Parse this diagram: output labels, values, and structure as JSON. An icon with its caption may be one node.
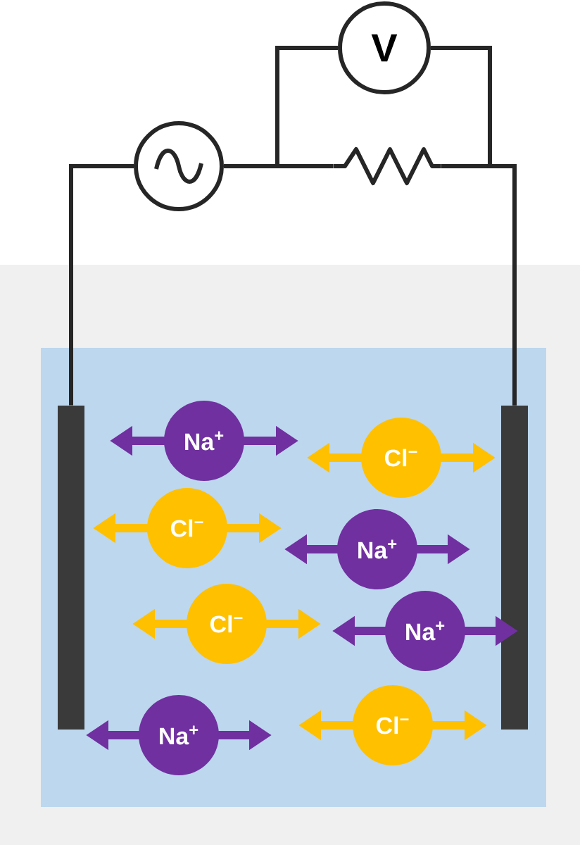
{
  "diagram": {
    "nodes": [
      {
        "text": [
          "V"
        ]
      },
      {
        "text": [],
        "shape": "circle"
      },
      {
        "text": [],
        "shape": "resistor"
      },
      {
        "text": [],
        "shape": "box"
      },
      {
        "text": [],
        "shape": "bar",
        "in": 3
      },
      {
        "text": [],
        "shape": "bar",
        "in": 3
      },
      {
        "text": [
          "Na$^{+}$"
        ],
        "in": 3
      },
      {
        "text": [
          "Cl$^{−}$"
        ],
        "in": 3
      },
      {
        "text": [
          "Cl$^{−}$"
        ],
        "in": 3
      },
      {
        "text": [
          "Na$^{+}$"
        ],
        "in": 3
      },
      {
        "text": [
          "Cl$^{−}$"
        ],
        "in": 3
      },
      {
        "text": [
          "Na$^{+}$"
        ],
        "in": 3
      },
      {
        "text": [
          "Na$^{+}$"
        ],
        "in": 3
      },
      {
        "text": [
          "Cl$^{−}$"
        ],
        "in": 3
      }
    ],
    "edges": [
      {
        "from": 4,
        "to": 1,
        "arrow": "none"
      },
      {
        "from": 1,
        "to": 2,
        "arrow": "none"
      },
      {
        "from": 2,
        "to": 5,
        "arrow": "none"
      },
      {
        "from": 0,
        "to": 1,
        "arrow": "none"
      },
      {
        "from": 0,
        "to": 5,
        "arrow": "none"
      }
    ]
  }
}
